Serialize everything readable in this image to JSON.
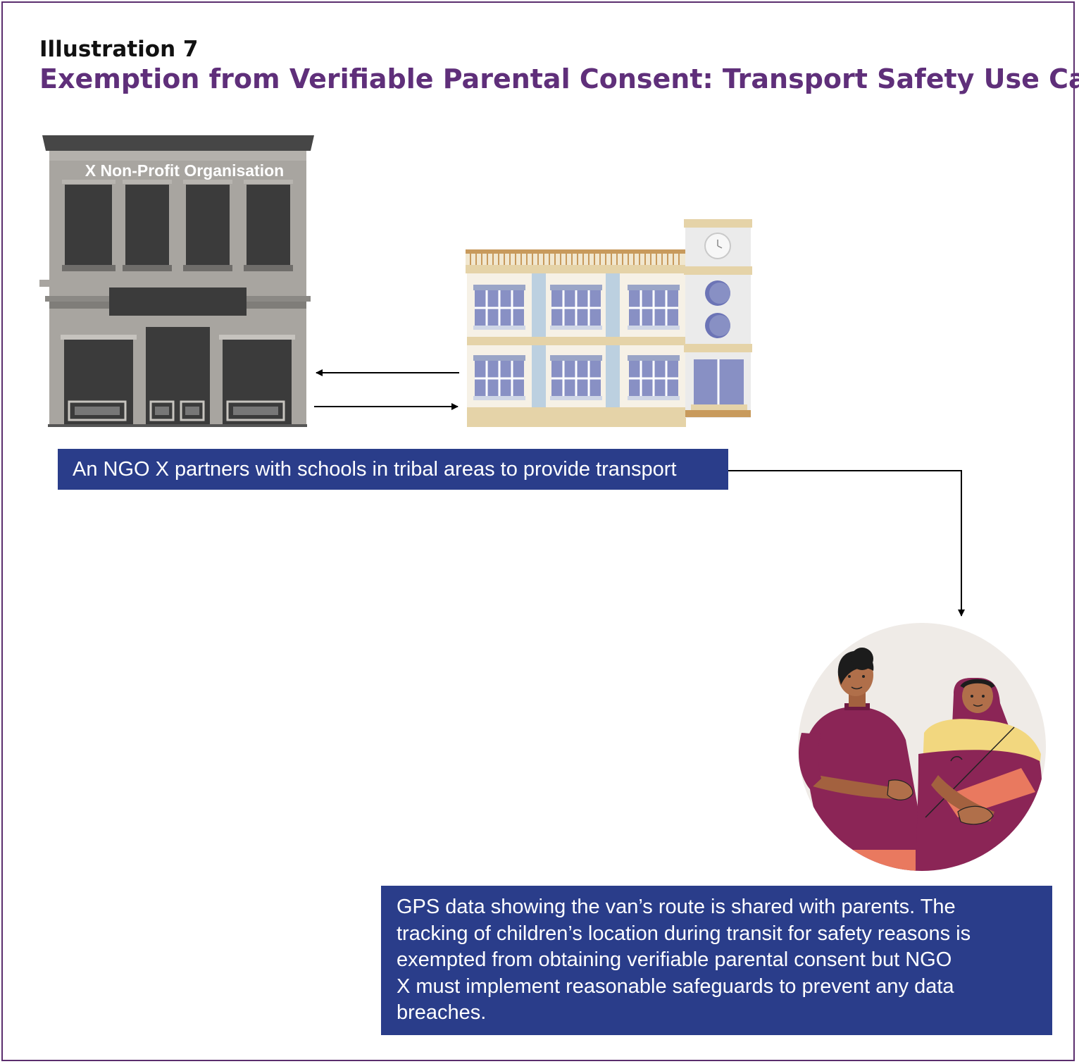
{
  "header": {
    "kicker": "Illustration 7",
    "title": "Exemption from Verifiable Parental Consent: Transport Safety Use Case"
  },
  "ngo_building": {
    "sign": "X Non-Profit Organisation"
  },
  "captions": {
    "partnership": "An NGO X partners with schools in tribal areas to provide transport",
    "gps_lines": [
      "GPS data showing the van’s route is shared with parents. The",
      "tracking of children’s location during transit for safety reasons is",
      "exempted from obtaining verifiable parental consent but NGO",
      "X must  implement reasonable safeguards to prevent any data",
      "breaches."
    ]
  },
  "colors": {
    "title_purple": "#5f2f7a",
    "caption_blue": "#2a3d8a",
    "frame": "#5b2e6e"
  }
}
